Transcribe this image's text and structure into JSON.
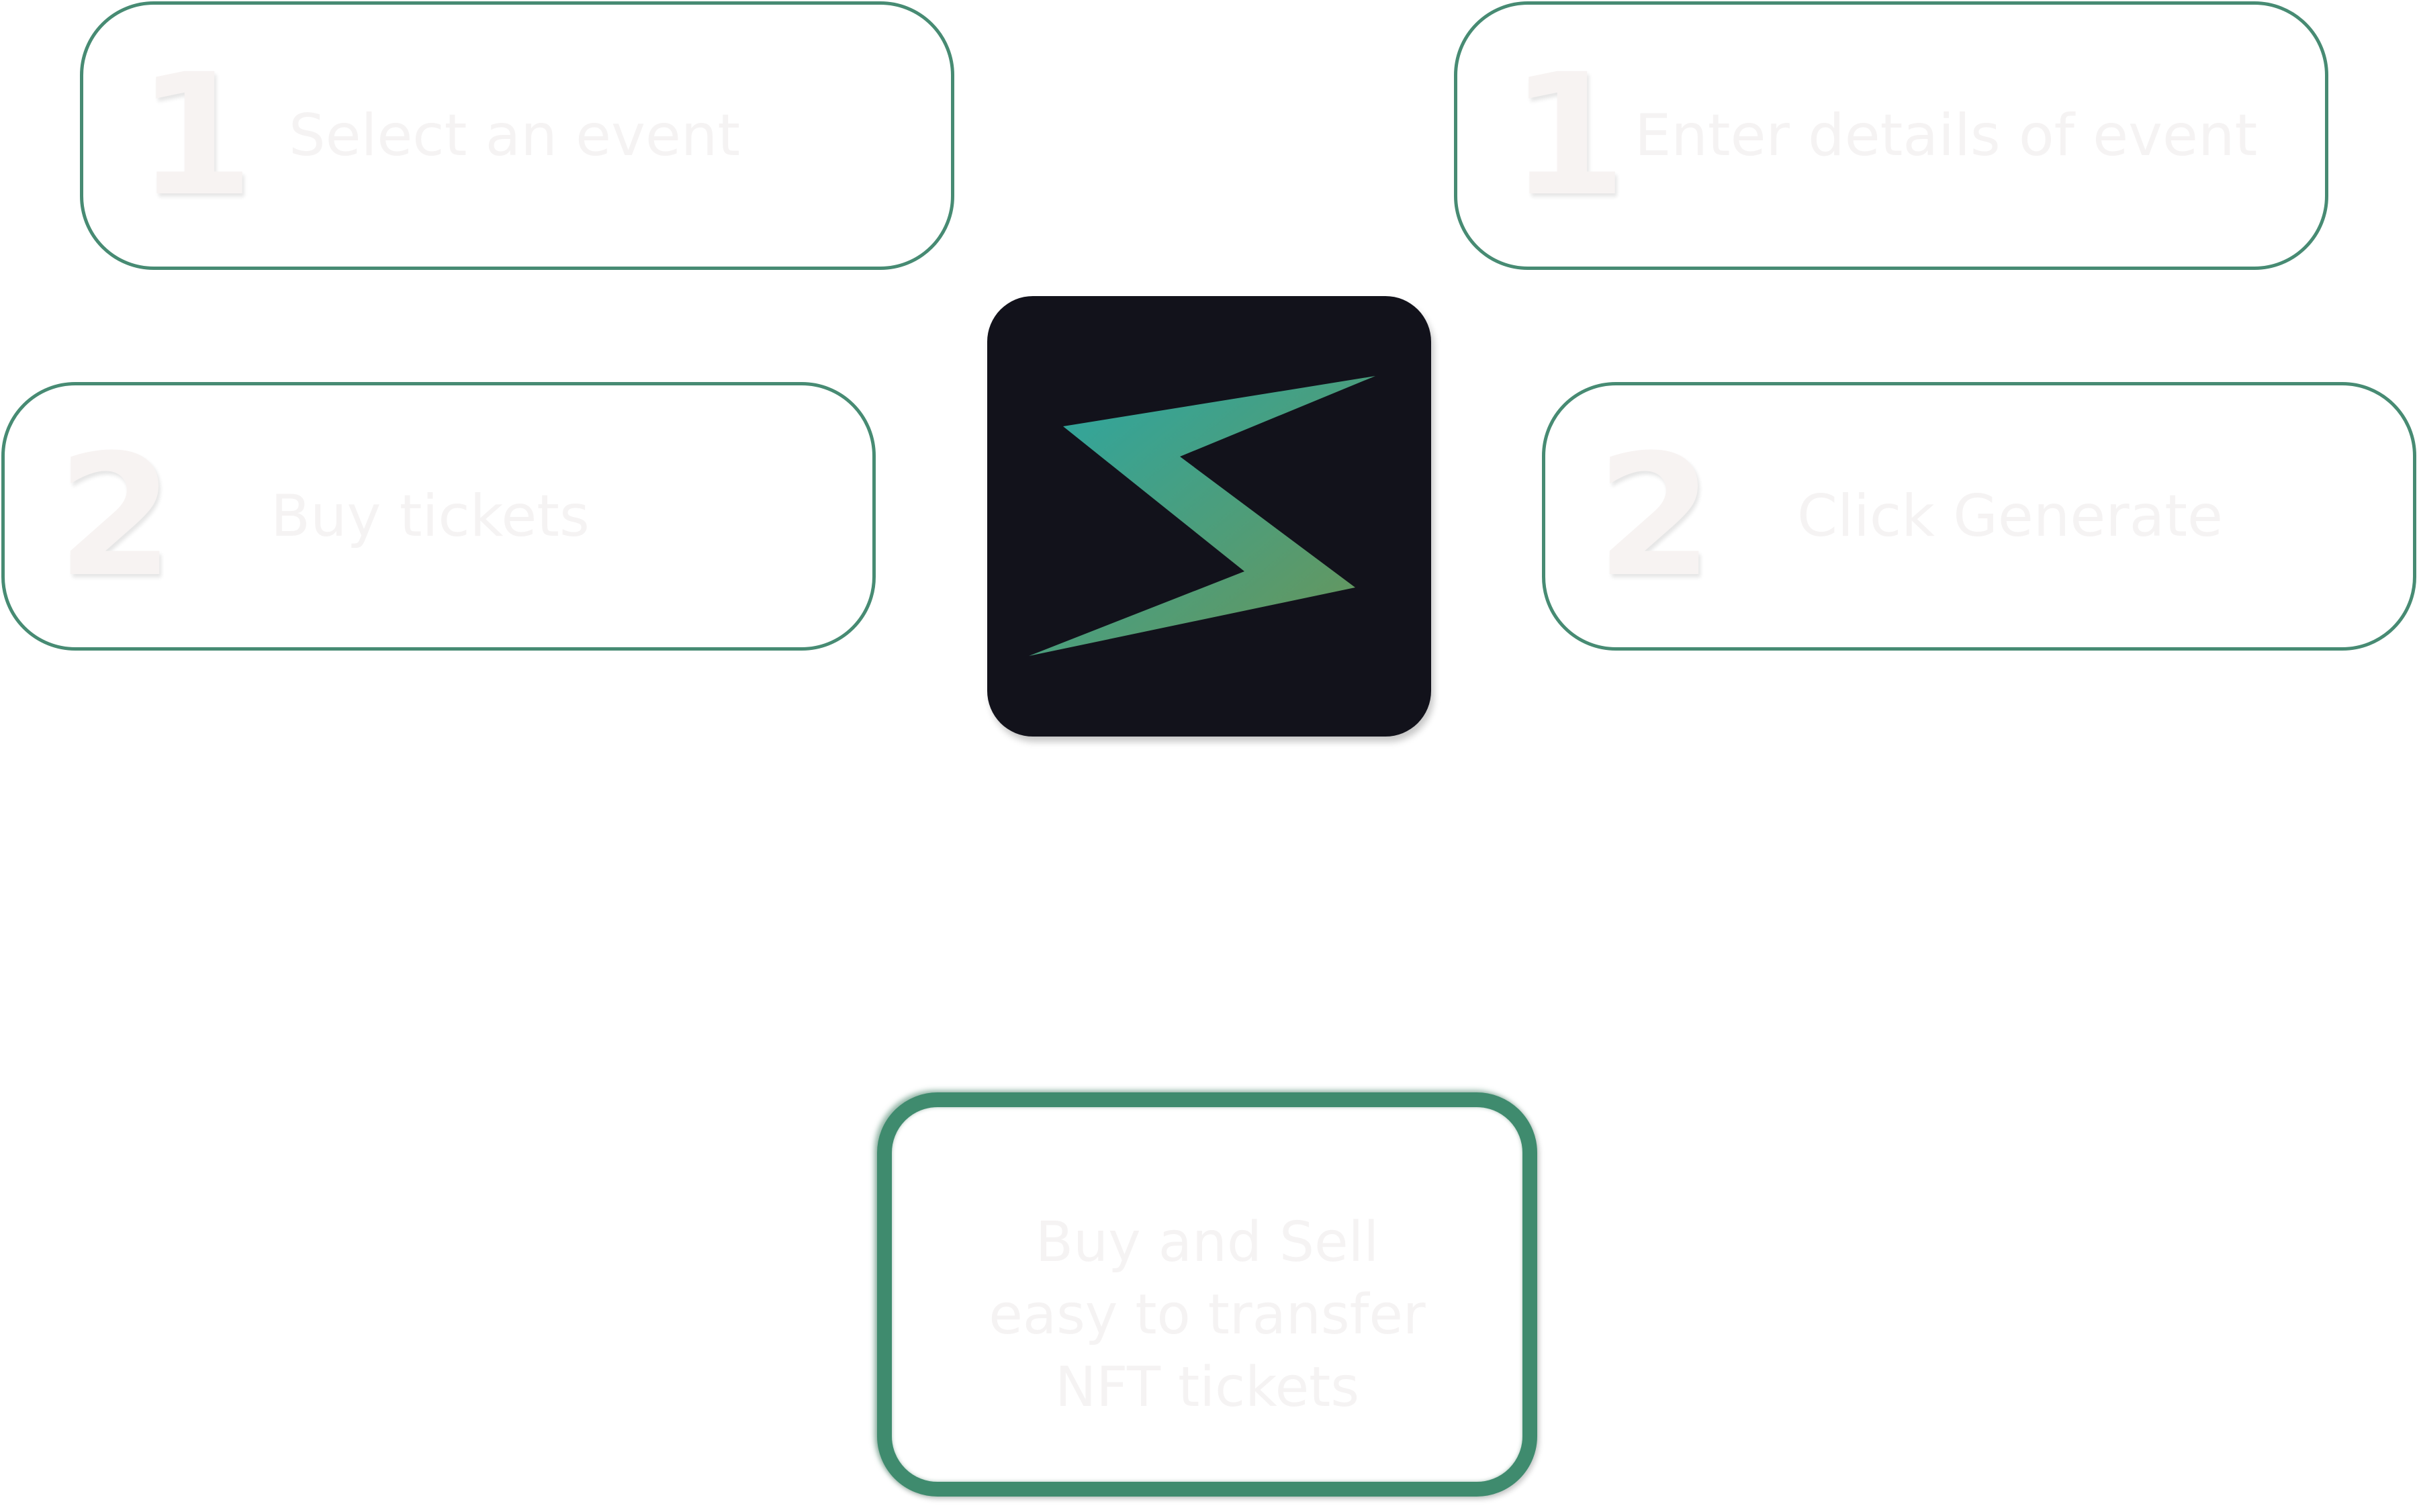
{
  "buyer_steps": [
    {
      "number": "1",
      "text": "Select an event"
    },
    {
      "number": "2",
      "text": "Buy tickets"
    }
  ],
  "creator_steps": [
    {
      "number": "1",
      "text": "Enter details of event"
    },
    {
      "number": "2",
      "text": "Click Generate"
    }
  ],
  "logo": {
    "icon": "lightning-bolt-icon",
    "background": "#12121b",
    "gradient_start": "#2aa7a4",
    "gradient_end": "#6b9557"
  },
  "summary": {
    "lines": [
      "Buy and Sell",
      "easy to transfer",
      "NFT tickets"
    ]
  },
  "colors": {
    "border": "#478b73",
    "summary_border": "#3f8b6e",
    "faint_text": "#f5f3f3"
  }
}
